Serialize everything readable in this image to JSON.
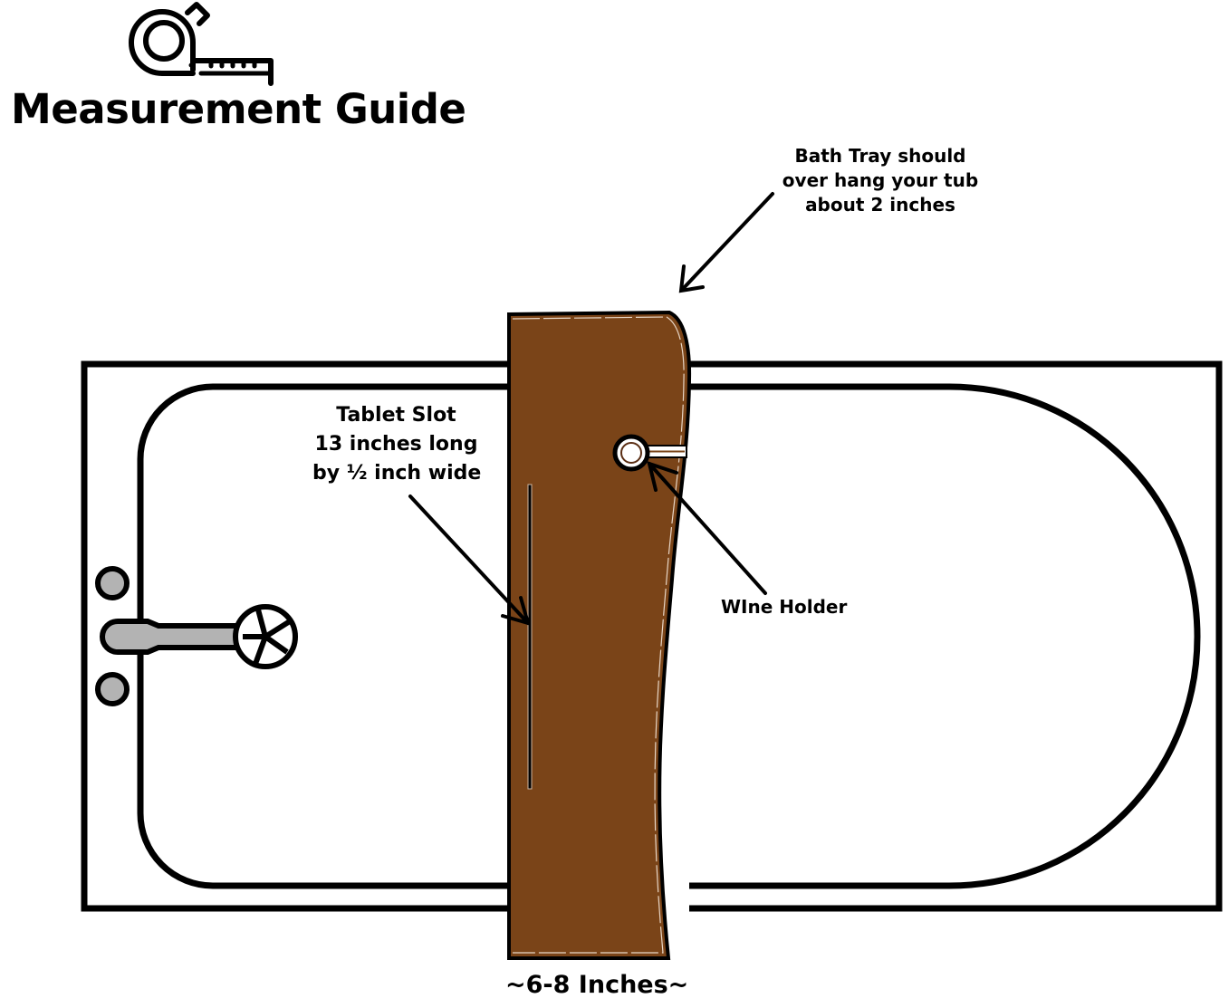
{
  "header": {
    "icon": "tape-measure-icon",
    "title": "Measurement Guide"
  },
  "annotations": {
    "overhang": {
      "lines": [
        "Bath Tray should",
        "over hang your tub",
        "about 2 inches"
      ]
    },
    "tablet_slot": {
      "lines": [
        "Tablet Slot",
        "13 inches long",
        "by ½ inch wide"
      ]
    },
    "wine_holder": "WIne Holder",
    "tray_width": "~6-8 Inches~"
  },
  "colors": {
    "tray_wood": "#7A4418",
    "faucet_gray": "#B3B3B3",
    "outline": "#000000",
    "background": "#FFFFFF"
  }
}
